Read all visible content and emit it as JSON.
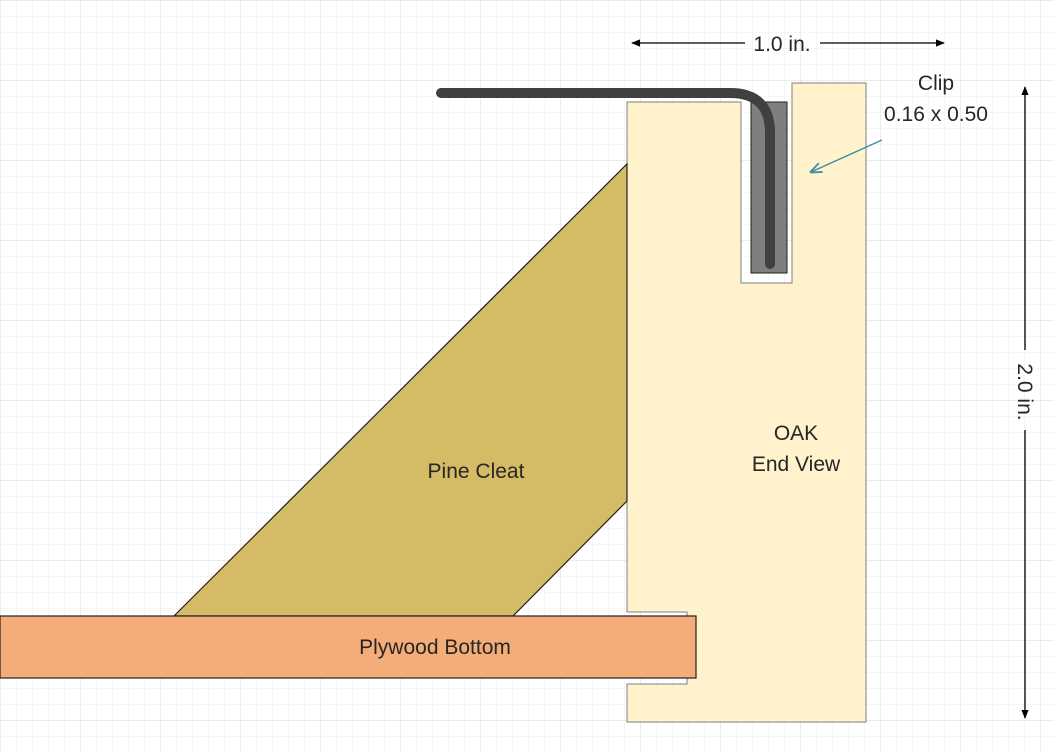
{
  "diagram": {
    "dimension_width": "1.0 in.",
    "dimension_height": "2.0 in.",
    "clip_title": "Clip",
    "clip_size": "0.16 x 0.50",
    "oak_line1": "OAK",
    "oak_line2": "End View",
    "pine_label": "Pine Cleat",
    "plywood_label": "Plywood Bottom"
  },
  "colors": {
    "grid": "#dcdcdc",
    "oak_fill": "#fff2cc",
    "pine_fill": "#d6bb66",
    "plywood_fill": "#f4ac78",
    "clip_slot_fill": "#7f7f7f",
    "clip_wire": "#404040",
    "pointer_arrow": "#3e8ea1",
    "outline": "#1f1f1f"
  }
}
